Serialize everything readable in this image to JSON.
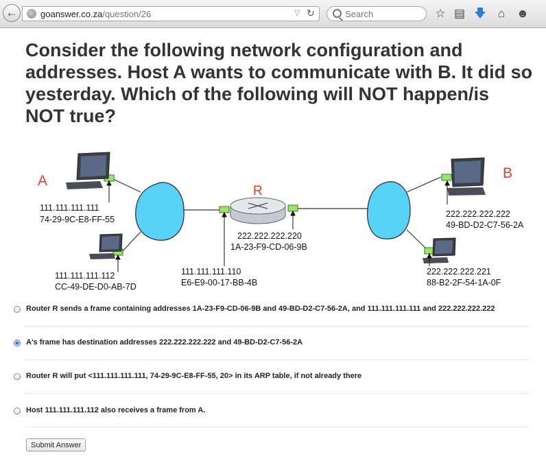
{
  "browser": {
    "url_host": "goanswer.co.za",
    "url_path": "/question/26",
    "search_placeholder": "Search"
  },
  "question": "Consider the following network configuration and addresses. Host A wants to communicate with B. It did so yesterday. Which of the following will NOT happen/is NOT true?",
  "diagram": {
    "label_a": "A",
    "label_b": "B",
    "label_r": "R",
    "host_a_ip": "111.111.111.111",
    "host_a_mac": "74-29-9C-E8-FF-55",
    "host_a2_ip": "111.111.111.112",
    "host_a2_mac": "CC-49-DE-D0-AB-7D",
    "router_left_ip": "111.111.111.110",
    "router_left_mac": "E6-E9-00-17-BB-4B",
    "router_right_ip": "222.222.222.220",
    "router_right_mac": "1A-23-F9-CD-06-9B",
    "host_b_ip": "222.222.222.222",
    "host_b_mac": "49-BD-D2-C7-56-2A",
    "host_b2_ip": "222.222.222.221",
    "host_b2_mac": "88-B2-2F-54-1A-0F",
    "accent_red": "#e8392b",
    "cloud_blue": "#58d2f6"
  },
  "options": [
    {
      "text": "Router R sends a frame containing addresses 1A-23-F9-CD-06-9B and 49-BD-D2-C7-56-2A, and 111.111.111.111 and 222.222.222.222",
      "checked": false
    },
    {
      "text": "A's frame has destination addresses 222.222.222.222 and 49-BD-D2-C7-56-2A",
      "checked": true
    },
    {
      "text": "Router R will put <111.111.111.111, 74-29-9C-E8-FF-55, 20> in its ARP table, if not already there",
      "checked": false
    },
    {
      "text": "Host 111.111.111.112 also receives a frame from A.",
      "checked": false
    }
  ],
  "submit_label": "Submit Answer"
}
